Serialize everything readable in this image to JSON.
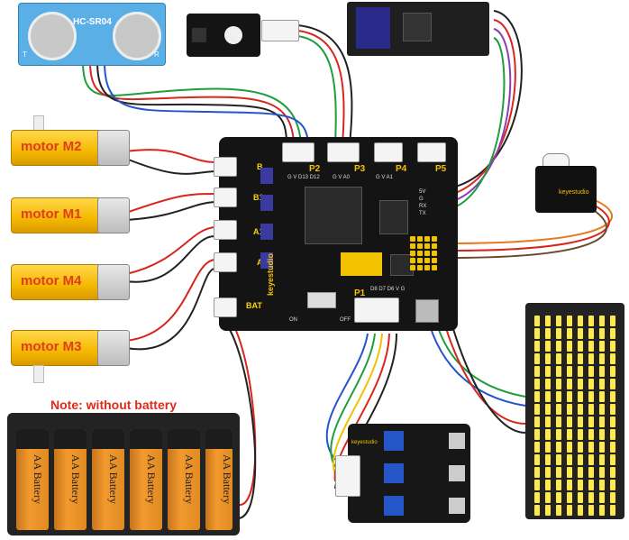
{
  "note": "Note: without battery",
  "ultrasonic": {
    "model": "HC-SR04",
    "left_mark": "T",
    "right_mark": "R"
  },
  "motors": [
    "motor M2",
    "motor M1",
    "motor M4",
    "motor M3"
  ],
  "battery_label": "AA Battery",
  "board": {
    "brand": "keyestudio",
    "ports": [
      "P2",
      "P3",
      "P4",
      "P5",
      "P1"
    ],
    "port_pins": [
      "G V D13 D12",
      "G V A0",
      "G V A1",
      "D8 D7 D6 V G"
    ],
    "motor_ports": [
      "B",
      "B1",
      "A1",
      "A",
      "BAT"
    ],
    "uart_pins": [
      "5V",
      "G",
      "RX",
      "TX"
    ],
    "switch_on": "ON",
    "switch_off": "OFF"
  },
  "servo_label": "keyestudio",
  "line_module_brand": "keyestudio",
  "colors": {
    "red": "#d7261e",
    "black": "#222222",
    "green": "#1e9e3e",
    "yellow": "#f2c200",
    "blue": "#2456c8",
    "purple": "#8a3fb7",
    "orange": "#e87a1e"
  }
}
